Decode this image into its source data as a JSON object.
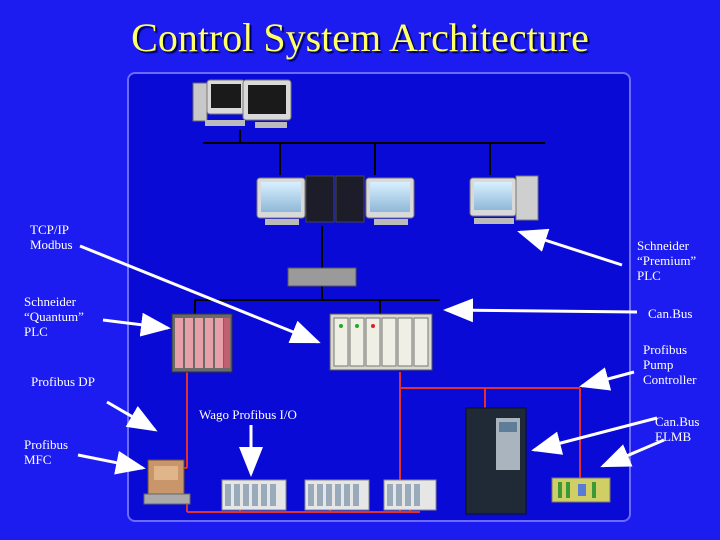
{
  "title": "Control System Architecture",
  "labels": {
    "tcpip": "TCP/IP\nModbus",
    "premium": "Schneider\n“Premium”\nPLC",
    "quantum": "Schneider\n“Quantum”\nPLC",
    "canbus": "Can.Bus",
    "profibus_pump": "Profibus\nPump\nController",
    "profibus_dp": "Profibus DP",
    "wago": "Wago Profibus I/O",
    "canbus_elmb": "Can.Bus\nELMB",
    "profibus_mfc": "Profibus\nMFC"
  },
  "colors": {
    "background": "#1c1cf0",
    "panel": "#0a0ad6",
    "title": "#ffff66",
    "network": "#000000",
    "fieldbus": "#e23030",
    "arrow": "#ffffff"
  },
  "icons": [
    "desktop-computer-icon",
    "network-switch-icon",
    "plc-rack-icon",
    "variable-frequency-drive-icon",
    "mass-flow-controller-icon",
    "io-module-icon",
    "elmb-board-icon"
  ]
}
